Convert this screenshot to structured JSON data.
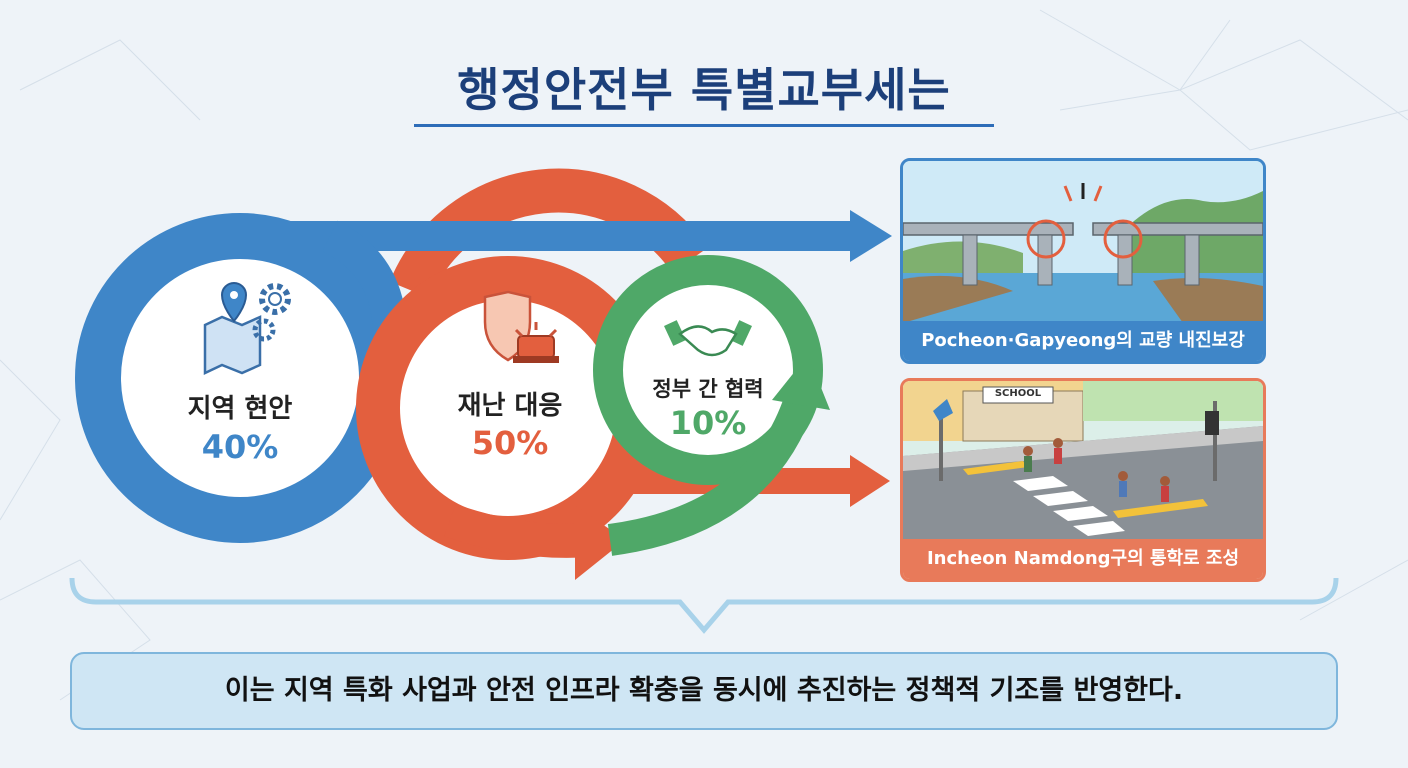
{
  "title": "행정안전부 특별교부세는",
  "colors": {
    "blue": "#3f86c8",
    "red": "#e35f3e",
    "green": "#4fa868",
    "title": "#1c3f7a",
    "footer_bg": "#cfe6f4"
  },
  "categories": [
    {
      "label": "지역 현안",
      "percent": "40%",
      "icon": "map-gear-icon",
      "color": "#3f86c8"
    },
    {
      "label": "재난 대응",
      "percent": "50%",
      "icon": "shield-alarm-icon",
      "color": "#e35f3e"
    },
    {
      "label": "정부 간 협력",
      "percent": "10%",
      "icon": "handshake-icon",
      "color": "#4fa868"
    }
  ],
  "examples": [
    {
      "caption": "Pocheon·Gapyeong의 교량 내진보강",
      "icon": "bridge-illustration"
    },
    {
      "caption": "Incheon Namdong구의 통학로 조성",
      "sign_text": "SCHOOL",
      "icon": "school-crosswalk-illustration"
    }
  ],
  "summary": "이는 지역 특화 사업과 안전 인프라 확충을 동시에 추진하는 정책적 기조를 반영한다."
}
